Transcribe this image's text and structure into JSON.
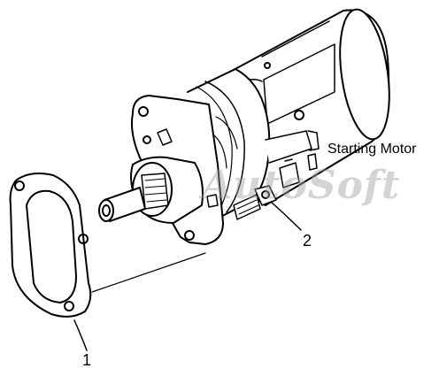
{
  "labels": {
    "title": "Starting Motor",
    "callout_1": "1",
    "callout_2": "2"
  },
  "watermark": "AutoSoft",
  "colors": {
    "line": "#000000",
    "background": "#ffffff",
    "watermark": "#a0a0a0"
  },
  "parts": [
    {
      "id": "1",
      "name": "gasket",
      "icon": "gasket-icon"
    },
    {
      "id": "2",
      "name": "bolt",
      "icon": "bolt-icon"
    }
  ]
}
